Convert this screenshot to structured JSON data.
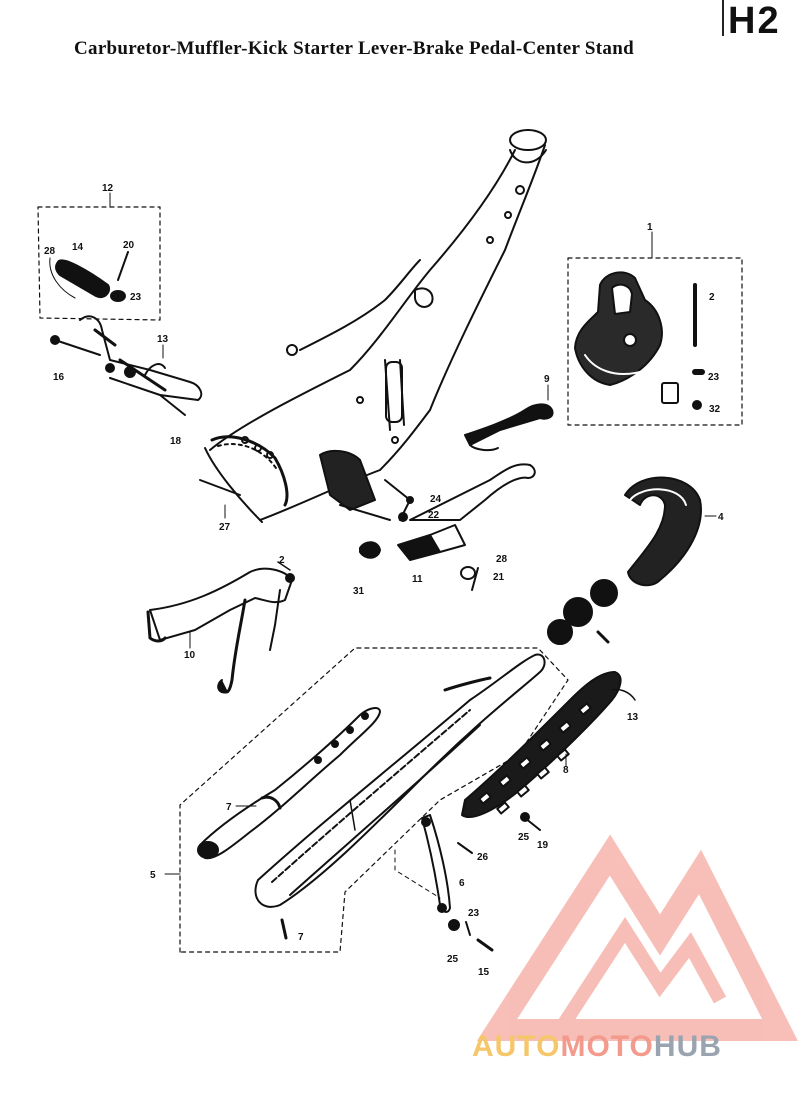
{
  "page": {
    "title": "Carburetor-Muffler-Kick Starter Lever-Brake Pedal-Center Stand",
    "code": "H2"
  },
  "callouts": {
    "c1": "1",
    "c2a": "2",
    "c2b": "2",
    "c4": "4",
    "c5": "5",
    "c6": "6",
    "c7a": "7",
    "c7b": "7",
    "c8": "8",
    "c9": "9",
    "c10": "10",
    "c11": "11",
    "c12": "12",
    "c13a": "13",
    "c13b": "13",
    "c14": "14",
    "c15": "15",
    "c16": "16",
    "c18": "18",
    "c19": "19",
    "c20": "20",
    "c21": "21",
    "c22": "22",
    "c23a": "23",
    "c23b": "23",
    "c23c": "23",
    "c24": "24",
    "c25a": "25",
    "c25b": "25",
    "c26": "26",
    "c27": "27",
    "c28a": "28",
    "c28b": "28",
    "c31": "31",
    "c32": "32"
  },
  "watermark": {
    "brand_part1": "AUTO",
    "brand_part2": "MOTO",
    "brand_part3": "HUB",
    "colors": {
      "auto": "#f5c76a",
      "moto": "#f39a8c",
      "hub": "#9aa3b0",
      "logo": "#f08a7c"
    }
  }
}
